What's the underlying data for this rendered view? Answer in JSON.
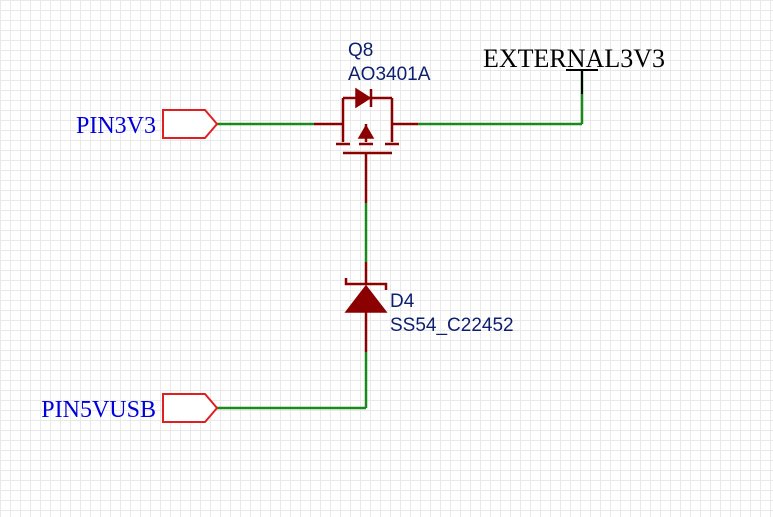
{
  "ports": {
    "pin3v3": "PIN3V3",
    "pin5vusb": "PIN5VUSB"
  },
  "power": {
    "label": "EXTERNAL3V3"
  },
  "components": {
    "q8": {
      "ref": "Q8",
      "value": "AO3401A"
    },
    "d4": {
      "ref": "D4",
      "value": "SS54_C22452"
    }
  },
  "colors": {
    "wire": "#1a8a1a",
    "component": "#8b0000",
    "port_outline": "#e02020",
    "net_label": "#0000dd",
    "ref_text": "#0d1f6e"
  }
}
